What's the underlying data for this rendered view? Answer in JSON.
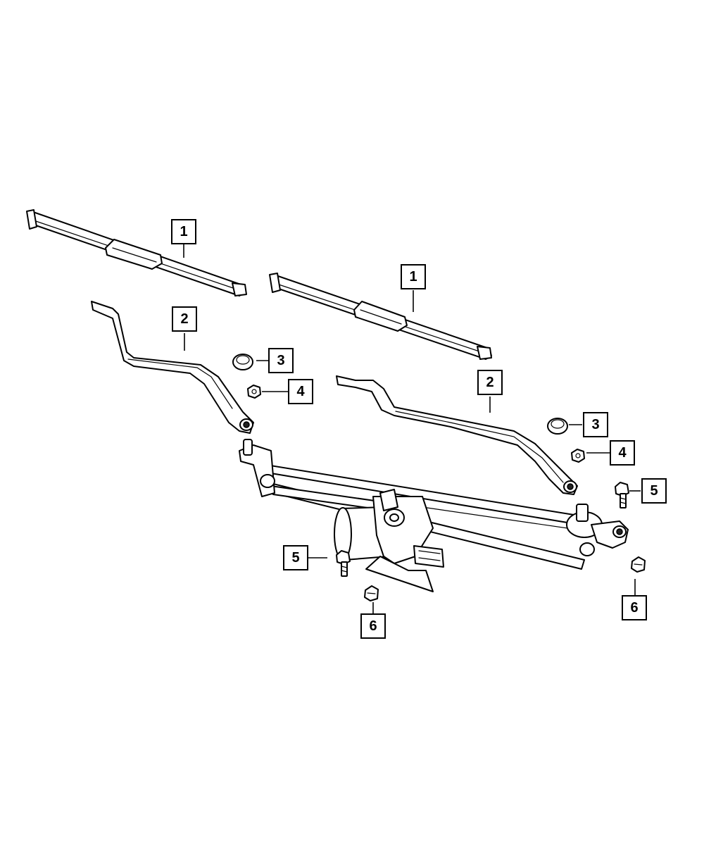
{
  "diagram": {
    "callouts": [
      {
        "id": "c1a",
        "label": "1"
      },
      {
        "id": "c1b",
        "label": "1"
      },
      {
        "id": "c2a",
        "label": "2"
      },
      {
        "id": "c2b",
        "label": "2"
      },
      {
        "id": "c3a",
        "label": "3"
      },
      {
        "id": "c3b",
        "label": "3"
      },
      {
        "id": "c4a",
        "label": "4"
      },
      {
        "id": "c4b",
        "label": "4"
      },
      {
        "id": "c5a",
        "label": "5"
      },
      {
        "id": "c5b",
        "label": "5"
      },
      {
        "id": "c6a",
        "label": "6"
      },
      {
        "id": "c6b",
        "label": "6"
      }
    ]
  }
}
